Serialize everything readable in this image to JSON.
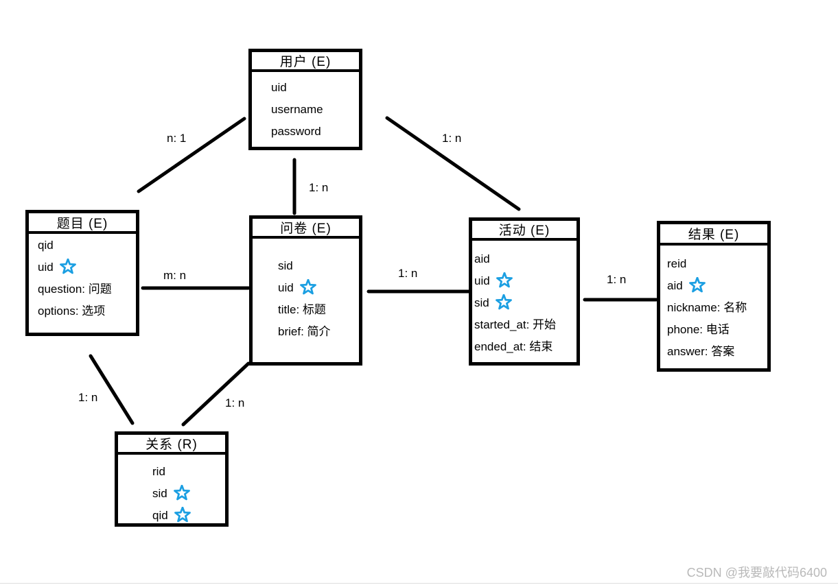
{
  "diagram": {
    "entities": [
      {
        "id": "user",
        "title": "用户 (E)",
        "type_tag": "E",
        "attributes": [
          {
            "name": "uid",
            "star": false
          },
          {
            "name": "username",
            "star": false
          },
          {
            "name": "password",
            "star": false
          }
        ]
      },
      {
        "id": "question",
        "title": "题目 (E)",
        "type_tag": "E",
        "attributes": [
          {
            "name": "qid",
            "star": false
          },
          {
            "name": "uid",
            "star": true
          },
          {
            "name": "question: 问题",
            "star": false
          },
          {
            "name": "options: 选项",
            "star": false
          }
        ]
      },
      {
        "id": "survey",
        "title": "问卷 (E)",
        "type_tag": "E",
        "attributes": [
          {
            "name": "sid",
            "star": false
          },
          {
            "name": "uid",
            "star": true
          },
          {
            "name": "title: 标题",
            "star": false
          },
          {
            "name": "brief: 简介",
            "star": false
          }
        ]
      },
      {
        "id": "activity",
        "title": "活动 (E)",
        "type_tag": "E",
        "attributes": [
          {
            "name": "aid",
            "star": false
          },
          {
            "name": "uid",
            "star": true
          },
          {
            "name": "sid",
            "star": true
          },
          {
            "name": "started_at: 开始",
            "star": false
          },
          {
            "name": "ended_at: 结束",
            "star": false
          }
        ]
      },
      {
        "id": "result",
        "title": "结果 (E)",
        "type_tag": "E",
        "attributes": [
          {
            "name": "reid",
            "star": false
          },
          {
            "name": "aid",
            "star": true
          },
          {
            "name": "nickname: 名称",
            "star": false
          },
          {
            "name": "phone: 电话",
            "star": false
          },
          {
            "name": "answer: 答案",
            "star": false
          }
        ]
      },
      {
        "id": "relation",
        "title": "关系 (R)",
        "type_tag": "R",
        "attributes": [
          {
            "name": "rid",
            "star": false
          },
          {
            "name": "sid",
            "star": true
          },
          {
            "name": "qid",
            "star": true
          }
        ]
      }
    ],
    "relationships": [
      {
        "from": "题目",
        "to": "用户",
        "label": "n: 1"
      },
      {
        "from": "用户",
        "to": "问卷",
        "label": "1: n"
      },
      {
        "from": "用户",
        "to": "活动",
        "label": "1: n"
      },
      {
        "from": "题目",
        "to": "问卷",
        "label": "m: n"
      },
      {
        "from": "问卷",
        "to": "活动",
        "label": "1: n"
      },
      {
        "from": "活动",
        "to": "结果",
        "label": "1: n"
      },
      {
        "from": "题目",
        "to": "关系",
        "label": "1: n"
      },
      {
        "from": "问卷",
        "to": "关系",
        "label": "1: n"
      }
    ],
    "colors": {
      "line_black": "#000000",
      "star_blue": "#1B9FE2",
      "watermark_gray": "#b9b9b9"
    }
  },
  "watermark": {
    "text": "CSDN @我要敲代码6400"
  }
}
